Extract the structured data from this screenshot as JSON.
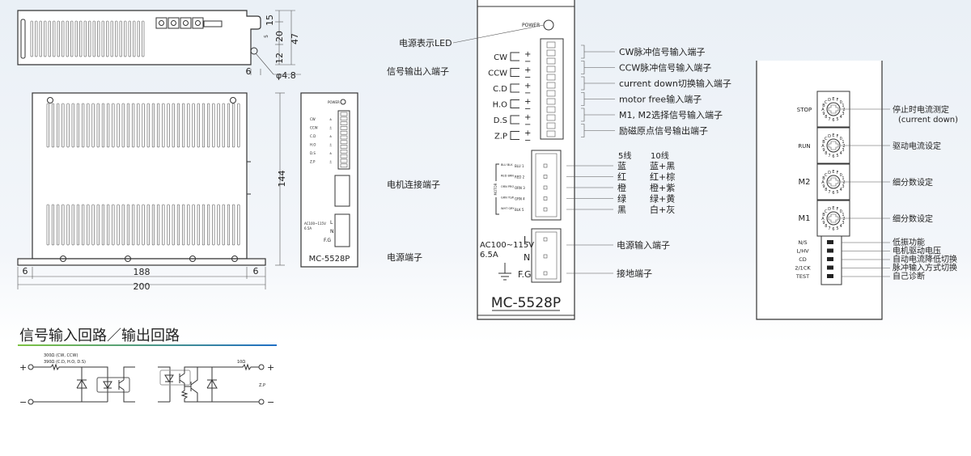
{
  "top_view": {
    "dims": [
      "15",
      "5",
      "20",
      "47",
      "12",
      "6",
      "φ4.8"
    ]
  },
  "main_view": {
    "dims": {
      "height": "144",
      "left": "6",
      "right": "6",
      "inner": "188",
      "total": "200"
    }
  },
  "small_panel": {
    "power": "POWER",
    "model": "MC-5528P",
    "ac": "AC100~115V",
    "amp": "6.5A",
    "signals": [
      "CW",
      "CCW",
      "C.D",
      "H.O",
      "D.S",
      "Z.P"
    ],
    "power_pins": [
      "L",
      "N",
      "F.G"
    ]
  },
  "front_panel": {
    "power": "POWER",
    "model": "MC-5528P",
    "signals": [
      "CW",
      "CCW",
      "C.D",
      "H.O",
      "D.S",
      "Z.P"
    ],
    "motor_pins": [
      "BLU 1",
      "RED 2",
      "ORN 3",
      "GRN 4",
      "BLK 5"
    ],
    "motor_side": [
      "BLU BLK",
      "RED BRN",
      "ORN PRO",
      "GRN YLW",
      "WHT GRY"
    ],
    "motor_label": "MOTOR",
    "ac": "AC100~115V",
    "amp": "6.5A",
    "power_pins": [
      "L",
      "N",
      "F.G"
    ]
  },
  "left_labels": [
    "电源表示LED",
    "信号输出入端子",
    "电机连接端子",
    "电源端子"
  ],
  "right_labels": [
    "CW脉冲信号输入端子",
    "CCW脉冲信号输入端子",
    "current down切换输入端子",
    "motor free输入端子",
    "M1, M2选择信号输入端子",
    "励磁原点信号输出端子"
  ],
  "wire_table": {
    "headers": [
      "5线",
      "10线"
    ],
    "rows": [
      [
        "蓝",
        "蓝+黑"
      ],
      [
        "红",
        "红+棕"
      ],
      [
        "橙",
        "橙+紫"
      ],
      [
        "绿",
        "绿+黄"
      ],
      [
        "黑",
        "白+灰"
      ]
    ]
  },
  "power_labels": [
    "电源输入端子",
    "接地端子"
  ],
  "switch_panel": {
    "dials": [
      {
        "label": "STOP",
        "desc": "停止时电流测定",
        "desc2": "(current down)"
      },
      {
        "label": "RUN",
        "desc": "驱动电流设定"
      },
      {
        "label": "M2",
        "desc": "细分数设定"
      },
      {
        "label": "M1",
        "desc": "细分数设定"
      }
    ],
    "dial_digits": "0123456789ABCDEF",
    "dips": [
      {
        "label": "N/S",
        "desc": "低振功能"
      },
      {
        "label": "L/HV",
        "desc": "电机驱动电压"
      },
      {
        "label": "CD",
        "desc": "自动电流降低切换"
      },
      {
        "label": "2/1CK",
        "desc": "脉冲输入方式切换"
      },
      {
        "label": "TEST",
        "desc": "自己诊断"
      }
    ]
  },
  "circuit": {
    "title": "信号输入回路／输出回路",
    "r_in": "300Ω (CW, CCW)",
    "r_in2": "390Ω (C.D, H.O, D.S)",
    "r_out": "10Ω",
    "out_label": "Z.P",
    "plus": "+",
    "minus": "−",
    "colors": {
      "rule_left": "#7dc242",
      "rule_right": "#1f6fc5"
    }
  }
}
